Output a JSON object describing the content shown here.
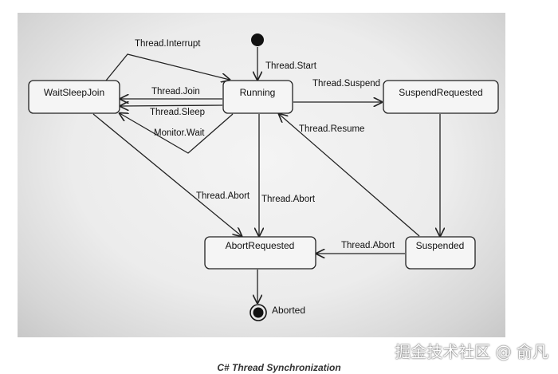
{
  "nodes": {
    "wait_sleep_join": "WaitSleepJoin",
    "running": "Running",
    "suspend_requested": "SuspendRequested",
    "abort_requested": "AbortRequested",
    "suspended": "Suspended",
    "aborted": "Aborted"
  },
  "edges": {
    "thread_interrupt": "Thread.Interrupt",
    "thread_start": "Thread.Start",
    "thread_join": "Thread.Join",
    "thread_sleep": "Thread.Sleep",
    "monitor_wait": "Monitor.Wait",
    "thread_suspend": "Thread.Suspend",
    "thread_resume": "Thread.Resume",
    "thread_abort_from_wait": "Thread.Abort",
    "thread_abort_from_running": "Thread.Abort",
    "thread_abort_from_suspended": "Thread.Abort"
  },
  "caption": "C# Thread Synchronization",
  "watermark": "掘金技术社区 @ 俞凡"
}
